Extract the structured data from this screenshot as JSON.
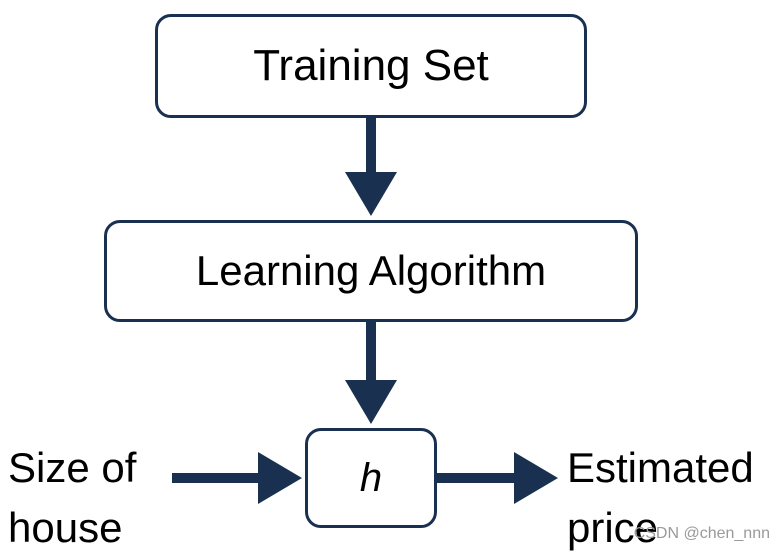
{
  "diagram": {
    "nodes": {
      "training_set": "Training Set",
      "learning_algorithm": "Learning Algorithm",
      "hypothesis": "h"
    },
    "input_label": "Size of\nhouse",
    "output_label": "Estimated\nprice",
    "watermark": "CSDN @chen_nnn"
  },
  "colors": {
    "stroke": "#1a3050",
    "text": "#000000"
  }
}
